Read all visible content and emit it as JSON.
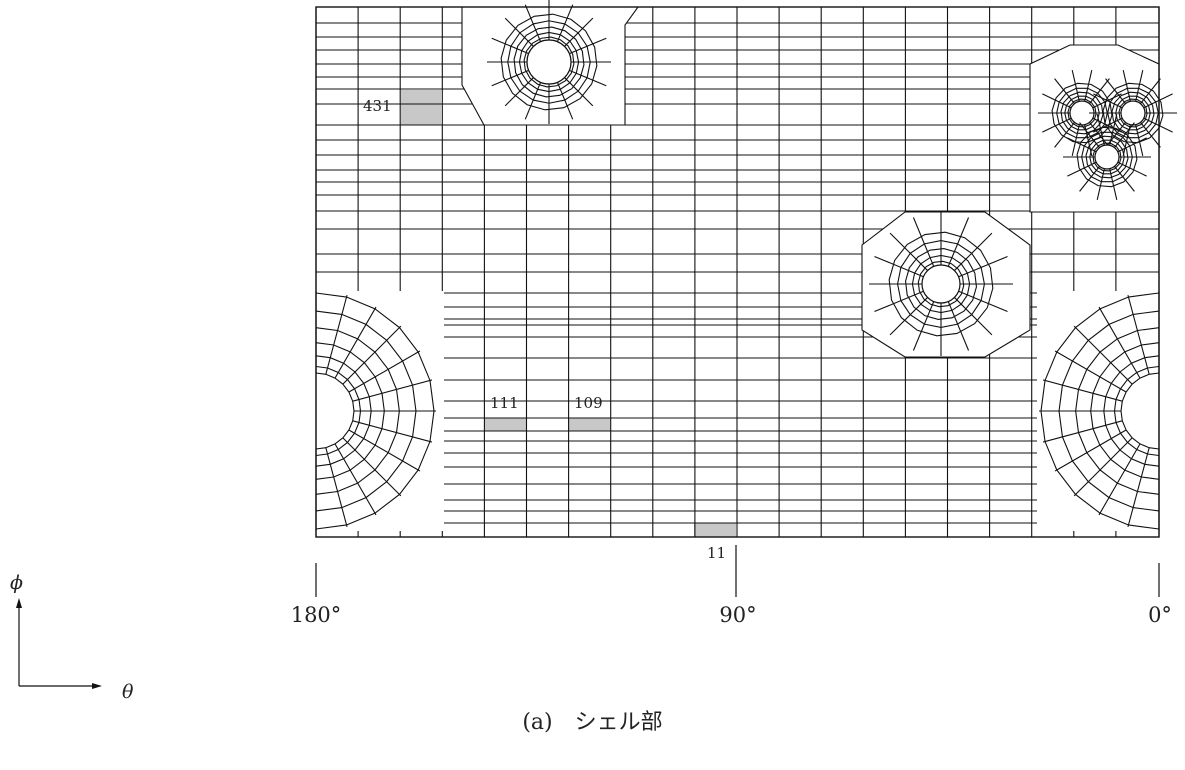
{
  "element_labels": [
    "431",
    "111",
    "109",
    "11"
  ],
  "theta_ticks": [
    "180°",
    "90°",
    "0°"
  ],
  "axes": {
    "phi": "ϕ",
    "theta": "θ"
  },
  "caption": "(a)　シェル部",
  "colors": {
    "line": "#111111",
    "highlight": "#c8c8c8",
    "background": "#ffffff"
  }
}
